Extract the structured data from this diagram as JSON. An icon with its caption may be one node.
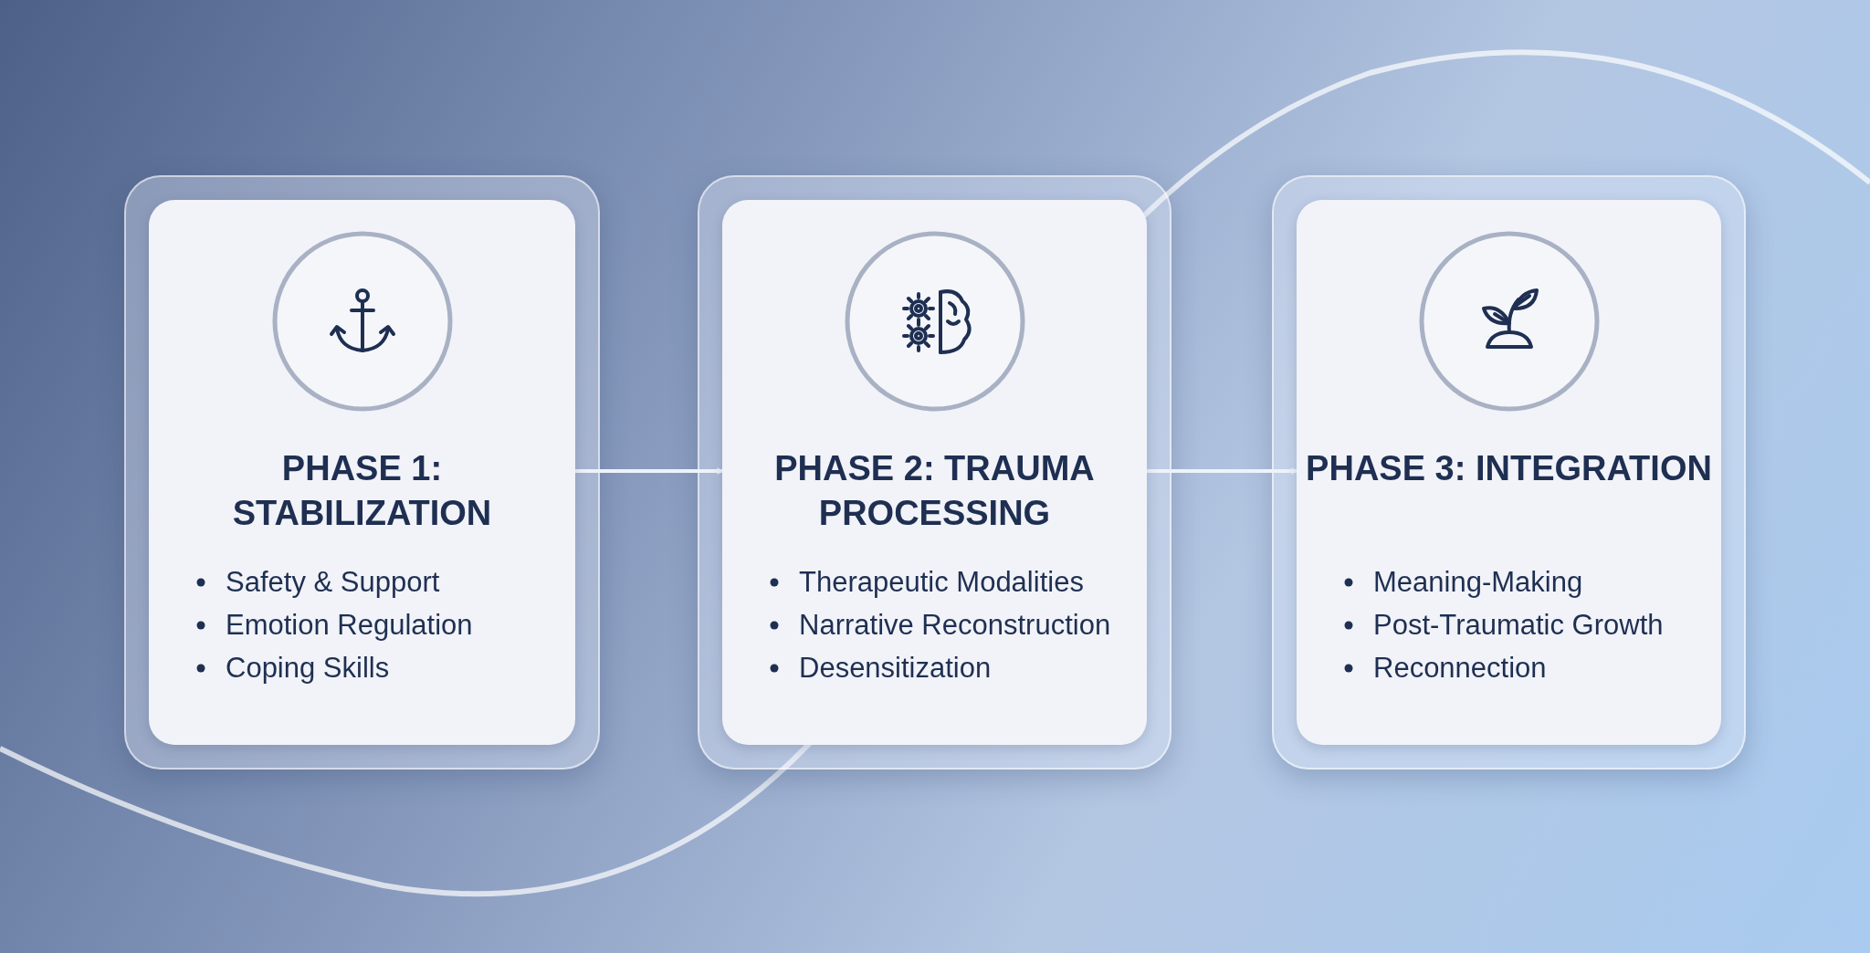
{
  "diagram": {
    "nodes": [
      {
        "text": [
          "PHASE 1: STABILIZATION",
          "Safety & Support",
          "Emotion Regulation",
          "Coping Skills"
        ]
      },
      {
        "text": [
          "PHASE 2: TRAUMA PROCESSING",
          "Therapeutic Modalities",
          "Narrative Reconstruction",
          "Desensitization"
        ]
      },
      {
        "text": [
          "PHASE 3: INTEGRATION",
          "Meaning-Making",
          "Post-Traumatic Growth",
          "Reconnection"
        ]
      }
    ],
    "edges": [
      {
        "from": 0,
        "to": 1,
        "arrow": "to"
      },
      {
        "from": 1,
        "to": 2,
        "arrow": "to"
      }
    ]
  }
}
